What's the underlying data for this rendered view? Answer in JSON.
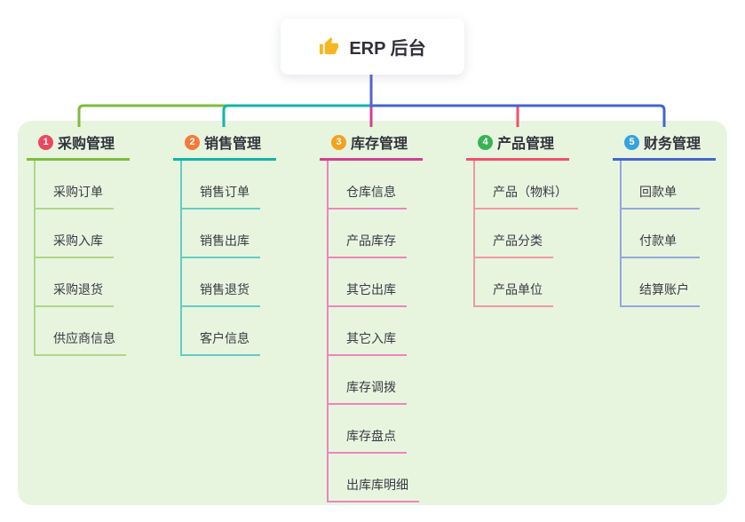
{
  "root": {
    "icon": "thumbs-up-icon",
    "label": "ERP 后台",
    "connector_color": "#5364cf"
  },
  "canvas": {
    "background": "#e7f5df"
  },
  "branches": [
    {
      "num": "1",
      "title": "采购管理",
      "badge_color": "#e9485f",
      "line_color": "#7fbb3e",
      "light_line_color": "#afd788",
      "items": [
        "采购订单",
        "采购入库",
        "采购退货",
        "供应商信息"
      ]
    },
    {
      "num": "2",
      "title": "销售管理",
      "badge_color": "#f57a3a",
      "line_color": "#12b5a7",
      "light_line_color": "#62cec3",
      "items": [
        "销售订单",
        "销售出库",
        "销售退货",
        "客户信息"
      ]
    },
    {
      "num": "3",
      "title": "库存管理",
      "badge_color": "#f5a21e",
      "line_color": "#d23f90",
      "light_line_color": "#ee84bf",
      "items": [
        "仓库信息",
        "产品库存",
        "其它出库",
        "其它入库",
        "库存调拨",
        "库存盘点",
        "出库库明细"
      ]
    },
    {
      "num": "4",
      "title": "产品管理",
      "badge_color": "#3ab355",
      "line_color": "#f2516b",
      "light_line_color": "#f298a2",
      "items": [
        "产品（物料）",
        "产品分类",
        "产品单位"
      ]
    },
    {
      "num": "5",
      "title": "财务管理",
      "badge_color": "#35a3dd",
      "line_color": "#4565cd",
      "light_line_color": "#92a8dc",
      "items": [
        "回款单",
        "付款单",
        "结算账户"
      ]
    }
  ]
}
